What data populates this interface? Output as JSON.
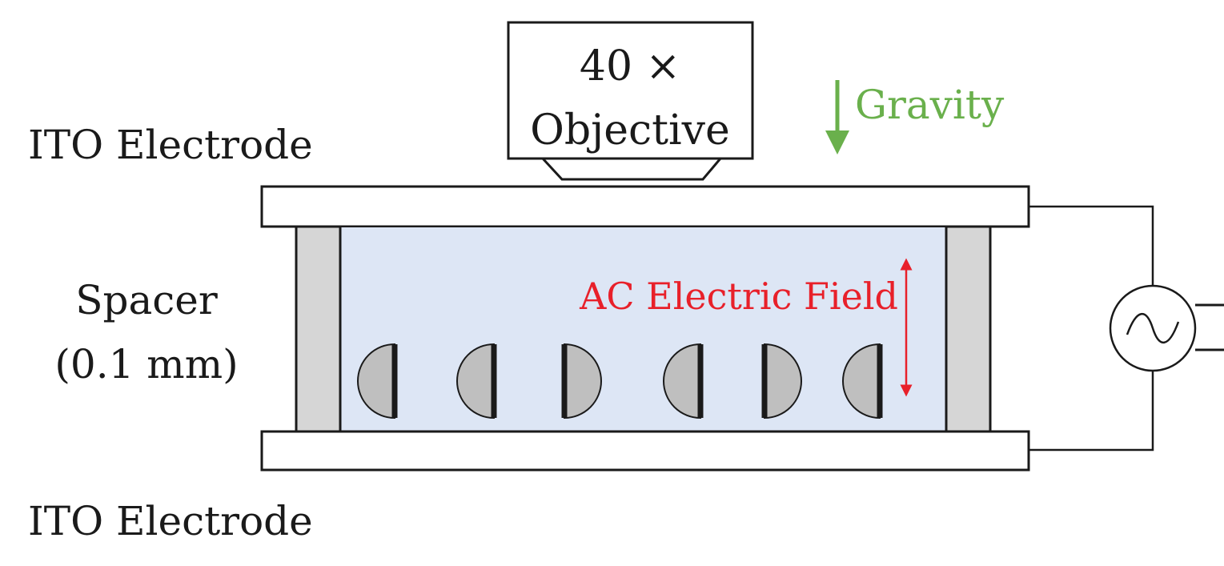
{
  "labels": {
    "objective_line1": "40 ×",
    "objective_line2": "Objective",
    "gravity": "Gravity",
    "top_electrode": "ITO Electrode",
    "bottom_electrode": "ITO Electrode",
    "spacer_line1": "Spacer",
    "spacer_line2": "(0.1 mm)",
    "field": "AC Electric Field"
  },
  "colors": {
    "ink": "#1a1a1a",
    "chamber_fill": "#dde6f5",
    "spacer_fill": "#d6d6d6",
    "particle_fill": "#bfbfbf",
    "gravity_green": "#6ab04c",
    "field_red": "#e8202a",
    "electrode_fill": "#ffffff"
  },
  "particles": {
    "orientation": [
      "flat-right",
      "flat-right",
      "flat-left",
      "flat-right",
      "flat-left",
      "flat-right"
    ]
  },
  "icons": {
    "ac_source": "ac-source-icon",
    "gravity_arrow": "arrow-down-icon",
    "field_arrow": "double-arrow-vertical-icon"
  }
}
